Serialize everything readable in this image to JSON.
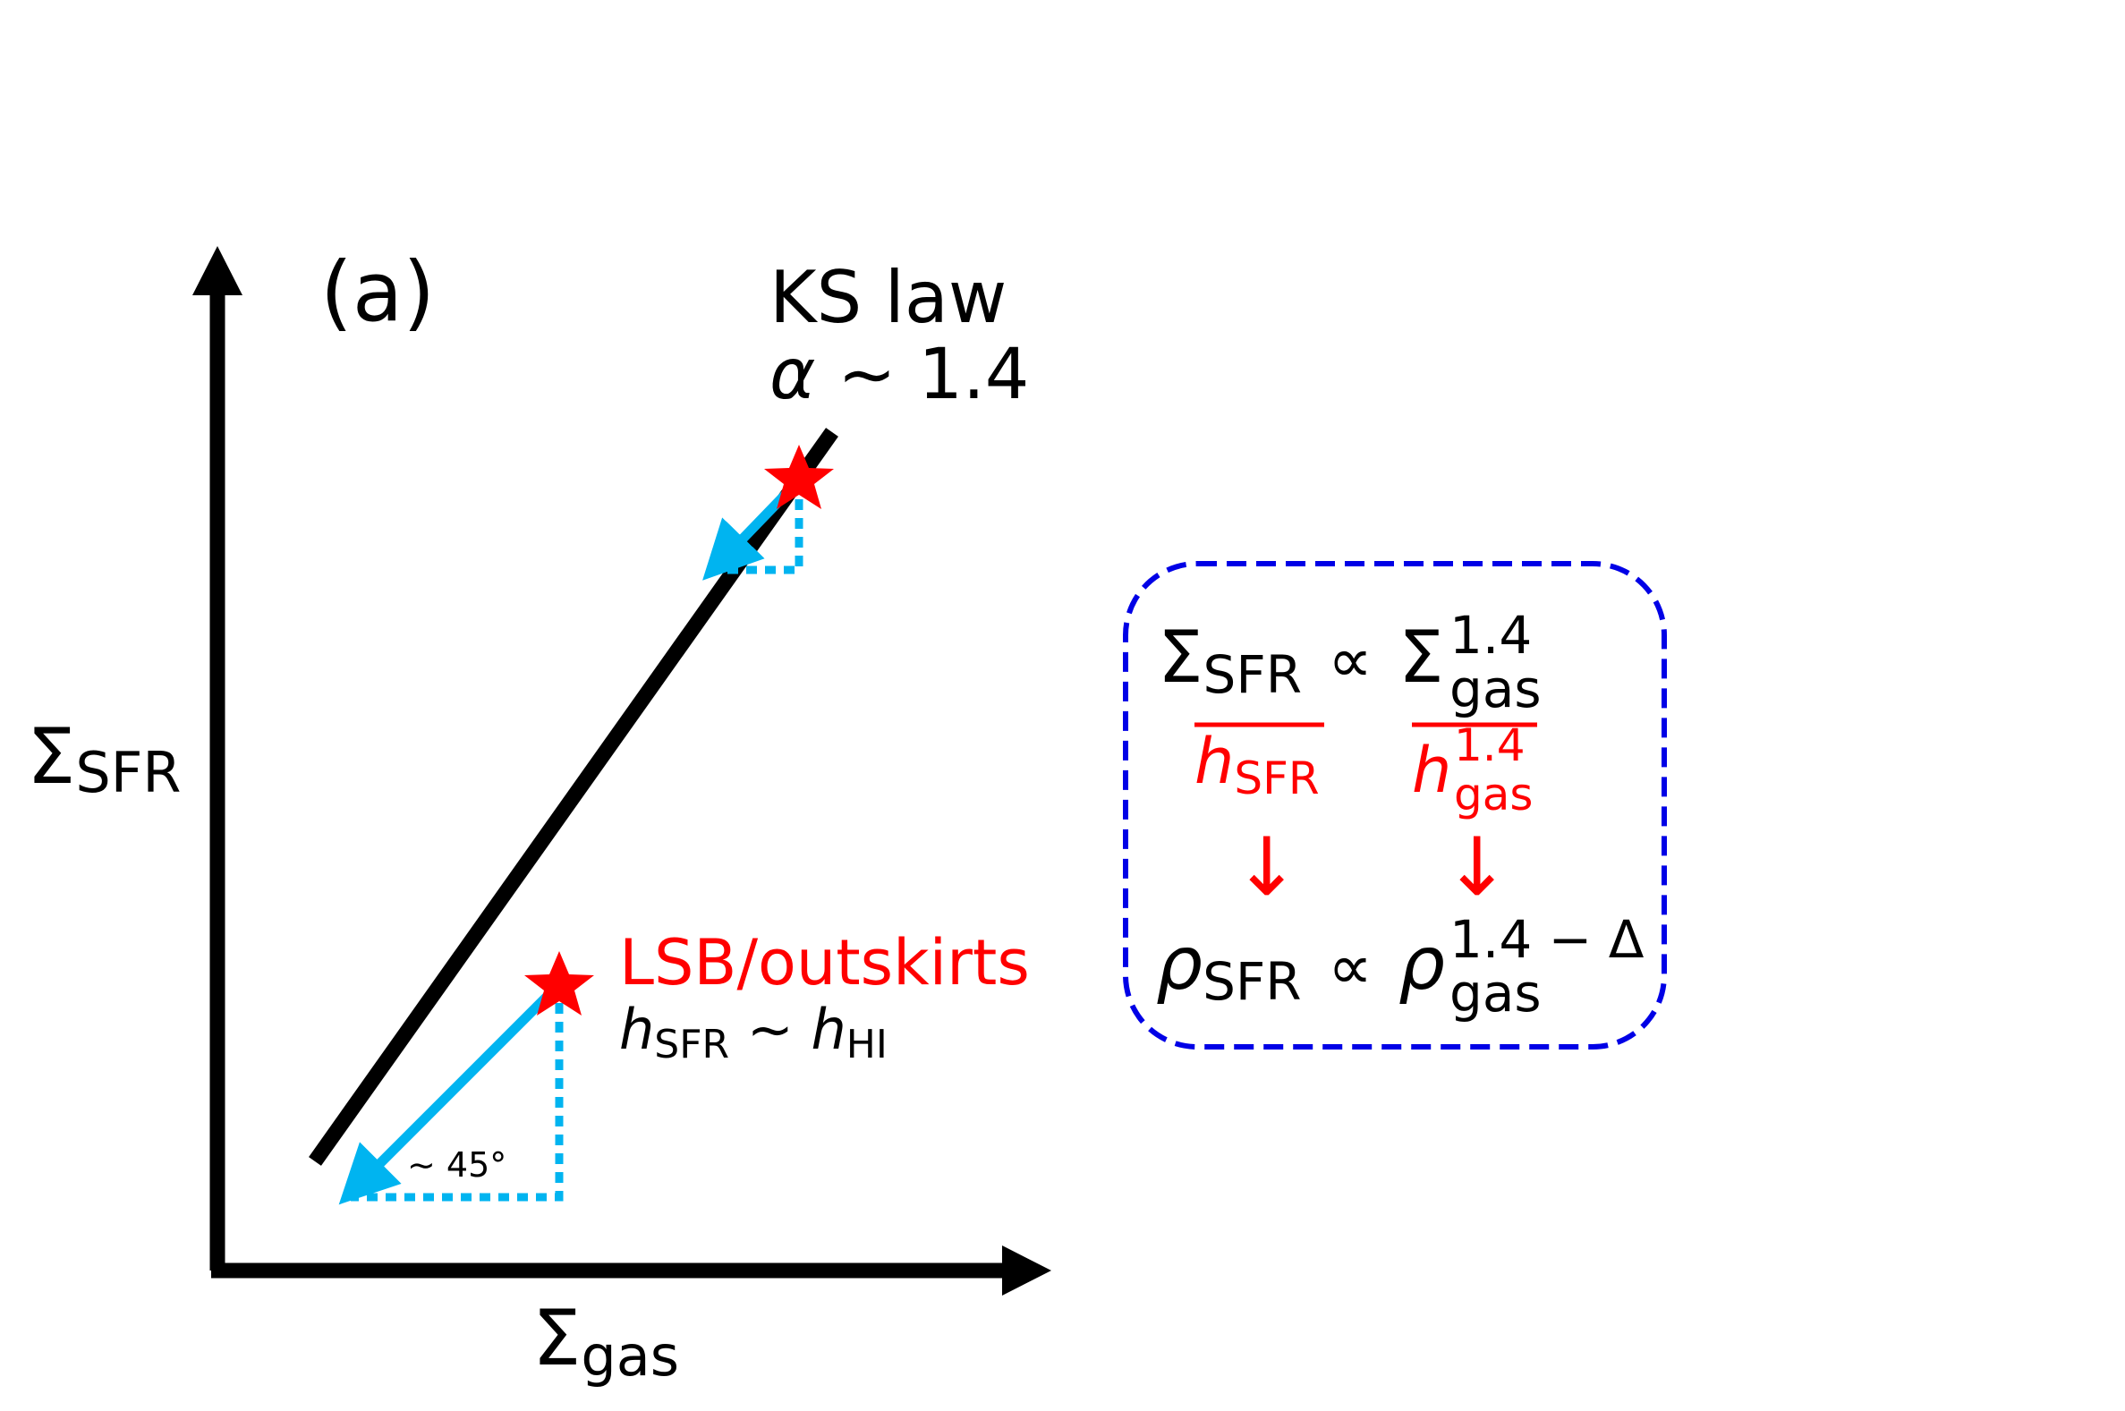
{
  "panel_label": "(a)",
  "axes": {
    "y_symbol": "Σ",
    "y_sub": "SFR",
    "x_symbol": "Σ",
    "x_sub": "gas"
  },
  "ks_law": {
    "title": "KS law",
    "alpha_symbol": "α",
    "alpha_rest": " ∼ 1.4"
  },
  "lsb": {
    "title": "LSB/outskirts",
    "h_sfr": "h",
    "h_sfr_sub": "SFR",
    "tilde": " ∼ ",
    "h_hi": "h",
    "h_hi_sub": "HI",
    "angle": "∼ 45°"
  },
  "box": {
    "sigma": "Σ",
    "sfr": "SFR",
    "propto": "∝",
    "gas": "gas",
    "exp_14": "1.4",
    "h": "h",
    "down_arrow": "↓",
    "rho": "ρ",
    "exp_delta": "1.4 − Δ"
  },
  "colors": {
    "axis": "#000000",
    "ks_line": "#000000",
    "star": "#ff0000",
    "arrow": "#00b4f0",
    "dotted": "#00b4f0",
    "red_text": "#ff0000",
    "box_border": "#0000e6"
  }
}
